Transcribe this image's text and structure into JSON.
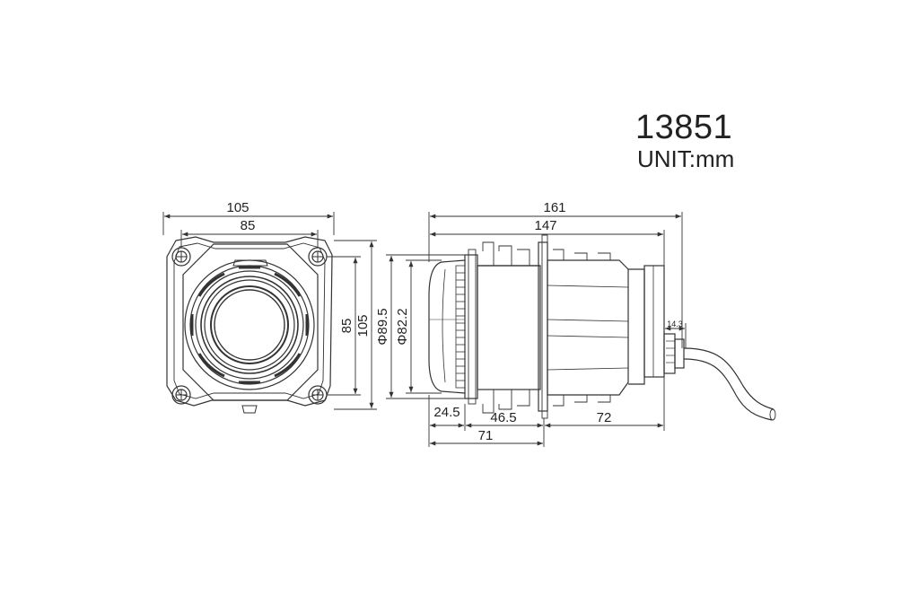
{
  "title_block": {
    "part_number": "13851",
    "unit_label": "UNIT:mm"
  },
  "front_view": {
    "overall_width": "105",
    "bolt_spacing_width": "85",
    "bolt_spacing_height": "85",
    "overall_height": "105"
  },
  "side_view": {
    "overall_length": "161",
    "body_length": "147",
    "outer_diameter": "Φ89.5",
    "lens_diameter": "Φ82.2",
    "lens_depth": "24.5",
    "front_section": "46.5",
    "rear_section": "72",
    "front_total": "71",
    "cable_gland_offset": "14.3"
  },
  "colors": {
    "line": "#333333",
    "text": "#222222",
    "background": "#ffffff"
  }
}
